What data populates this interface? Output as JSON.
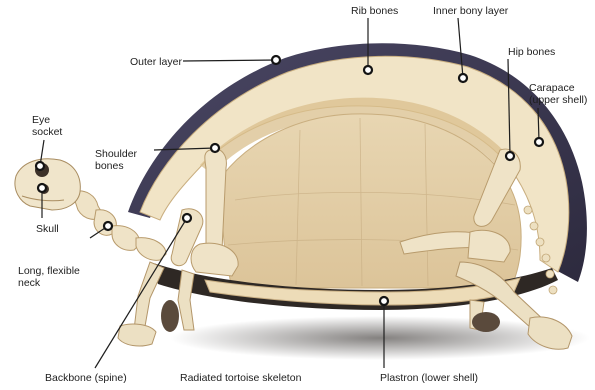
{
  "caption": "Radiated tortoise skeleton",
  "labels": {
    "rib_bones": "Rib bones",
    "inner_bony_layer": "Inner bony layer",
    "outer_layer": "Outer layer",
    "hip_bones": "Hip bones",
    "carapace": "Carapace (upper shell)",
    "eye_socket": "Eye socket",
    "shoulder_bones": "Shoulder bones",
    "skull": "Skull",
    "neck": "Long, flexible neck",
    "backbone": "Backbone (spine)",
    "plastron": "Plastron (lower shell)"
  },
  "colors": {
    "shell_outer": "#3d3a52",
    "bone": "#efe2c4",
    "cavity": "#e4d2ad",
    "shadow": "#2b2622"
  }
}
